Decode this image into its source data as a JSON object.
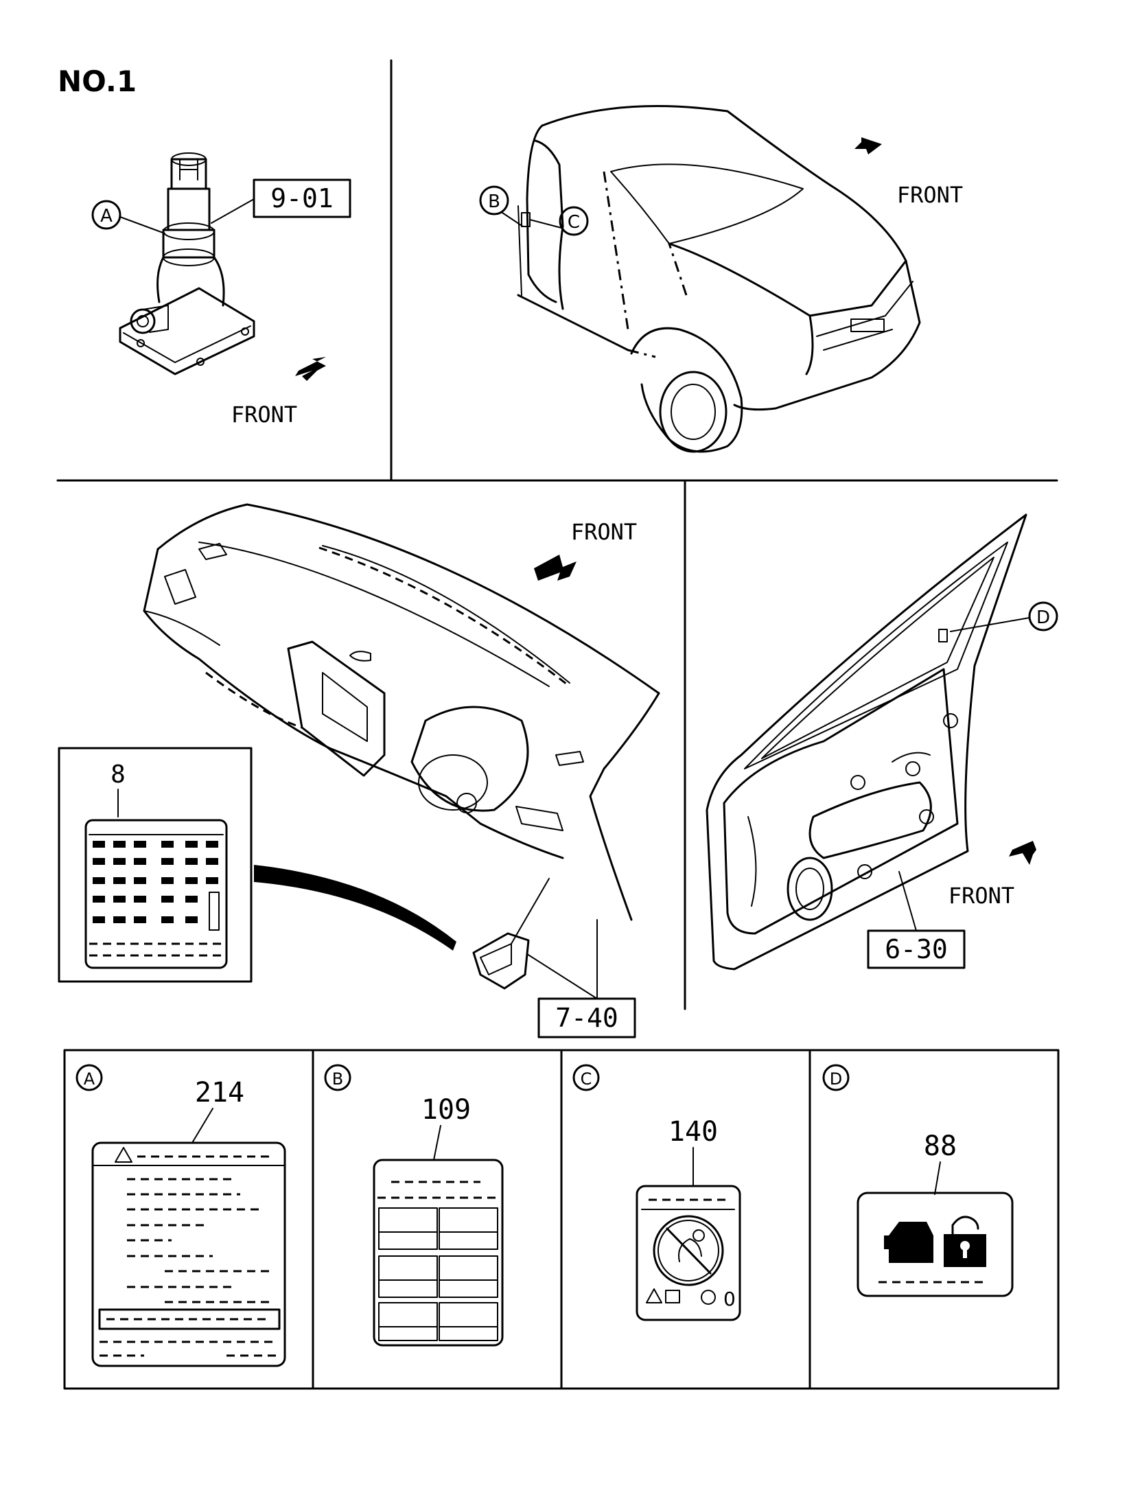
{
  "page": {
    "title": "NO.1"
  },
  "front_label": "FRONT",
  "refs": {
    "jack": "9-01",
    "door": "6-30",
    "fusebox": "7-40",
    "fuse_label": "8"
  },
  "callouts": {
    "a": "A",
    "b": "B",
    "c": "C",
    "d": "D"
  },
  "labels": [
    {
      "key": "A",
      "part_no": "214"
    },
    {
      "key": "B",
      "part_no": "109"
    },
    {
      "key": "C",
      "part_no": "140"
    },
    {
      "key": "D",
      "part_no": "88"
    }
  ],
  "label_c_text": "0",
  "colors": {
    "line": "#000000",
    "background": "#ffffff"
  }
}
